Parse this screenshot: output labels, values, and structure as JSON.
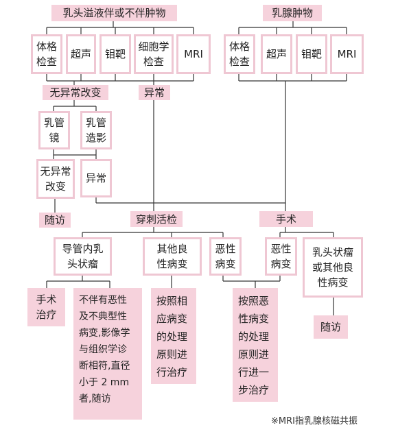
{
  "nodes": {
    "root_left": "乳头溢液伴或不伴肿物",
    "root_right": "乳腺肿物",
    "exam_l1": "体格\n检查",
    "exam_l2": "超声",
    "exam_l3": "钼靶",
    "exam_l4": "细胞学\n检查",
    "exam_l5": "MRI",
    "exam_r1": "体格\n检查",
    "exam_r2": "超声",
    "exam_r3": "钼靶",
    "exam_r4": "MRI",
    "no_abnormal": "无异常改变",
    "abnormal_1": "异常",
    "ductoscope": "乳管\n镜",
    "ductography": "乳管\n造影",
    "no_abnormal_2": "无异常\n改变",
    "abnormal_2": "异常",
    "follow_up_1": "随访",
    "biopsy": "穿刺活检",
    "surgery": "手术",
    "intraductal_papilloma": "导管内乳\n头状瘤",
    "other_benign": "其他良\n性病变",
    "malignant_1": "恶性\n病变",
    "malignant_2": "恶性\n病变",
    "papillary_other": "乳头状瘤\n或其他良\n性病变",
    "surgery_treatment": "手术\n治疗",
    "no_malignancy": "不伴有恶性\n及不典型性\n病变,影像学\n与组织学诊\n断相符,直径\n小于 2 mm\n者,随访",
    "treat_benign": "按照相\n应病变\n的处理\n原则进\n行治疗",
    "treat_malignant": "按照恶\n性病变\n的处理\n原则进\n行进一\n步治疗",
    "follow_up_2": "随访"
  },
  "footnote": "※MRI指乳腺核磁共振",
  "colors": {
    "pink": "#f6d2dc",
    "border": "#efc7d3",
    "line": "#333333"
  }
}
